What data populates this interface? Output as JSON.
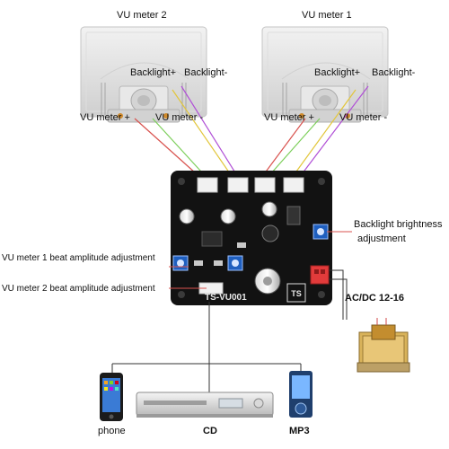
{
  "meters": {
    "left": {
      "title": "VU meter 2",
      "backlight_plus": "Backlight+",
      "backlight_minus": "Backlight-",
      "vu_plus": "VU meter +",
      "vu_minus": "VU meter -"
    },
    "right": {
      "title": "VU meter 1",
      "backlight_plus": "Backlight+",
      "backlight_minus": "Backlight-",
      "vu_plus": "VU meter +",
      "vu_minus": "VU meter -"
    }
  },
  "board": {
    "name": "TS-VU001",
    "logo": "TS"
  },
  "annotations": {
    "backlight_brightness": "Backlight brightness",
    "backlight_brightness_2": "adjustment",
    "vu1_adjust": "VU meter 1 beat amplitude adjustment",
    "vu2_adjust": "VU meter 2 beat amplitude adjustment",
    "power": "AC/DC 12-16"
  },
  "sources": {
    "phone": "phone",
    "cd": "CD",
    "mp3": "MP3"
  },
  "colors": {
    "board": "#121212",
    "wire_red": "#d9534f",
    "wire_green": "#7ccf5a",
    "wire_yellow": "#e2c63a",
    "wire_purple": "#b04fd6",
    "pot_blue": "#1f5fbf",
    "power_connector": "#e23b3b"
  }
}
